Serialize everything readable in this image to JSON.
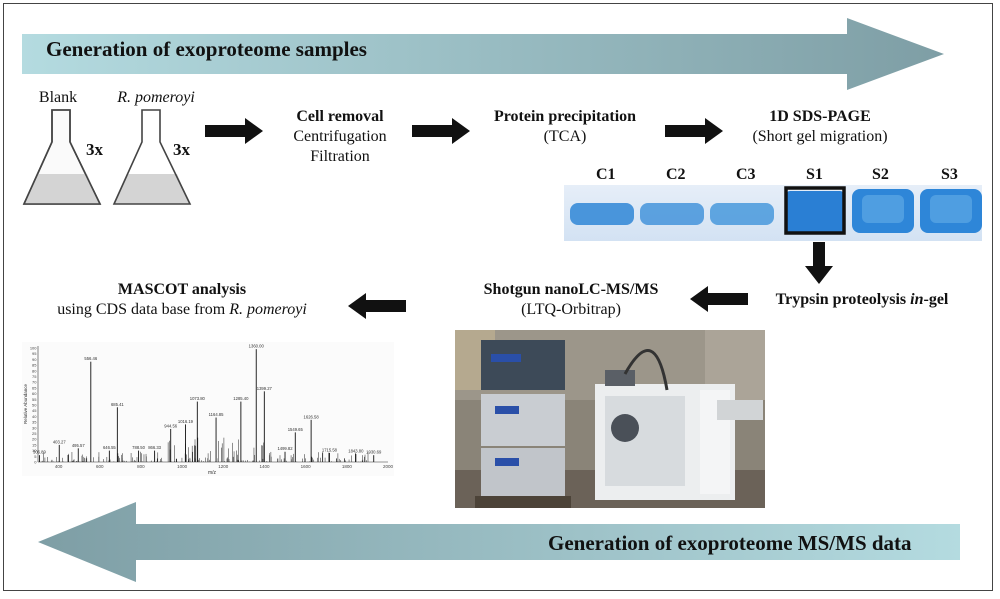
{
  "banners": {
    "top": "Generation of exoproteome samples",
    "bottom": "Generation of exoproteome MS/MS data"
  },
  "flasks": [
    {
      "label": "Blank",
      "count": "3x"
    },
    {
      "label": "R. pomeroyi",
      "count": "3x"
    }
  ],
  "steps": {
    "cell_removal": {
      "title": "Cell removal",
      "line1": "Centrifugation",
      "line2": "Filtration"
    },
    "precipitation": {
      "title": "Protein precipitation",
      "line1": "(TCA)"
    },
    "sds_page": {
      "title": "1D SDS-PAGE",
      "line1": "(Short gel migration)"
    },
    "trypsin": {
      "title_start": "Trypsin proteolysis ",
      "title_italic": "in",
      "title_end": "-gel"
    },
    "shotgun": {
      "title": "Shotgun nanoLC-MS/MS",
      "line1": "(LTQ-Orbitrap)"
    },
    "mascot": {
      "title": "MASCOT analysis",
      "line1_start": "using CDS data base from ",
      "line1_italic": "R. pomeroyi"
    }
  },
  "gel": {
    "lanes": [
      "C1",
      "C2",
      "C3",
      "S1",
      "S2",
      "S3"
    ],
    "selected_lane": "S1"
  },
  "colors": {
    "banner_start": "#a9d4d9",
    "banner_end": "#7f9fa6",
    "gel_blue": "#2f86d6",
    "arrow": "#111111"
  },
  "spectrum": {
    "y_axis_label": "Relative Abundance",
    "x_axis_label": "m/z",
    "y_ticks": [
      "100",
      "95",
      "90",
      "85",
      "80",
      "75",
      "70",
      "65",
      "60",
      "55",
      "50",
      "45",
      "40",
      "35",
      "30",
      "25",
      "20",
      "15",
      "10",
      "5",
      "0"
    ],
    "x_ticks": [
      "400",
      "600",
      "800",
      "1000",
      "1200",
      "1400",
      "1600",
      "1800",
      "2000"
    ],
    "peak_labels": [
      "556.46",
      "685.41",
      "1360.00",
      "1399.27",
      "1285.40",
      "1073.80",
      "1164.85",
      "1016.19",
      "944.56",
      "1626.58",
      "1549.65",
      "403.27",
      "495.57",
      "646.55",
      "788.50",
      "866.33",
      "1499.82",
      "1715.58",
      "1843.80",
      "1930.69",
      "306.89"
    ]
  }
}
